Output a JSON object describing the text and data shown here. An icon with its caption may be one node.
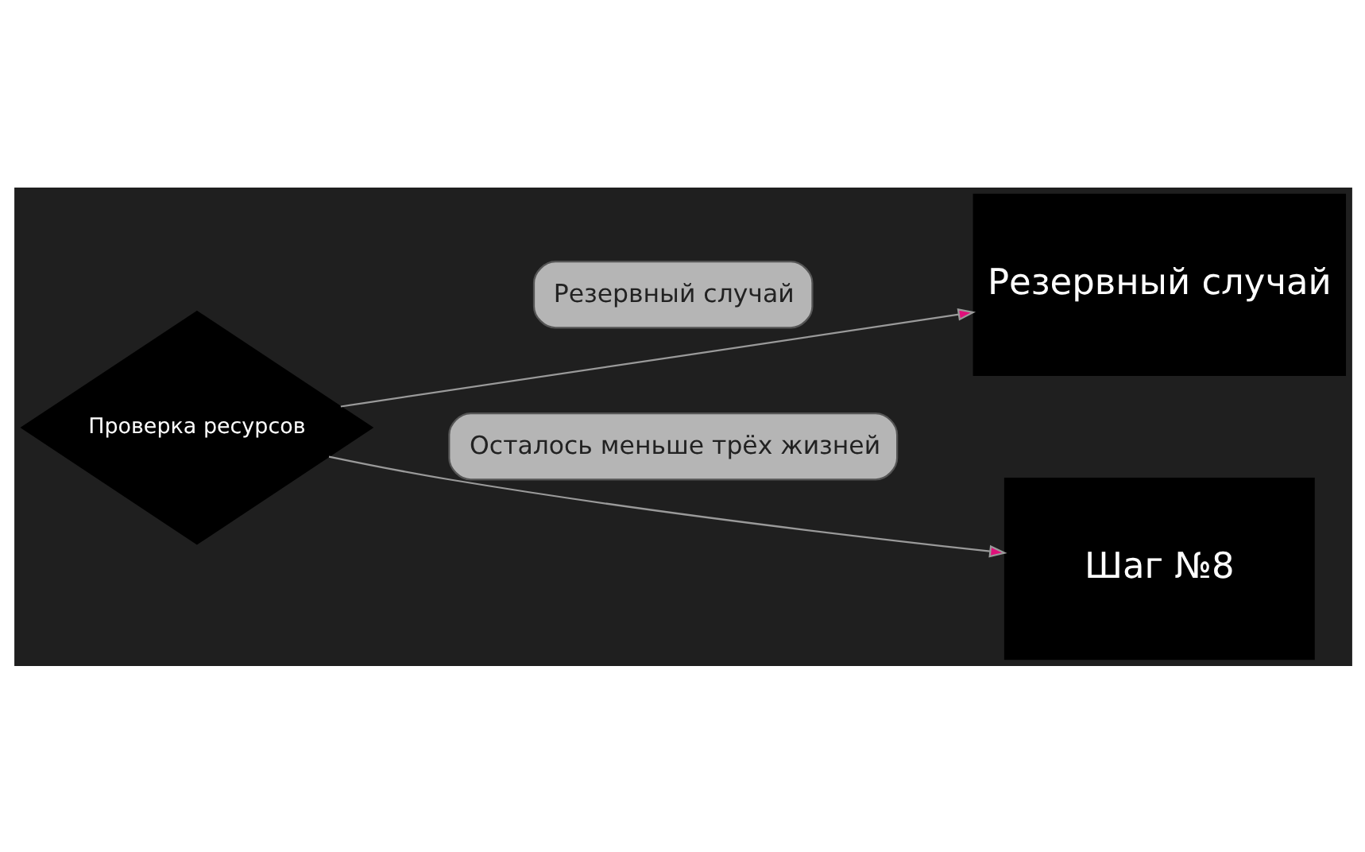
{
  "diagram": {
    "nodes": [
      {
        "text": [
          "Проверка ресурсов"
        ]
      },
      {
        "text": [
          "Резервный случай"
        ]
      },
      {
        "text": [
          "Шаг №8"
        ]
      }
    ],
    "edges": [
      {
        "from": 0,
        "to": 1,
        "arrow": "to",
        "label": "Резервный случай"
      },
      {
        "from": 0,
        "to": 2,
        "arrow": "to",
        "label": "Осталось меньше трёх жизней"
      }
    ]
  }
}
